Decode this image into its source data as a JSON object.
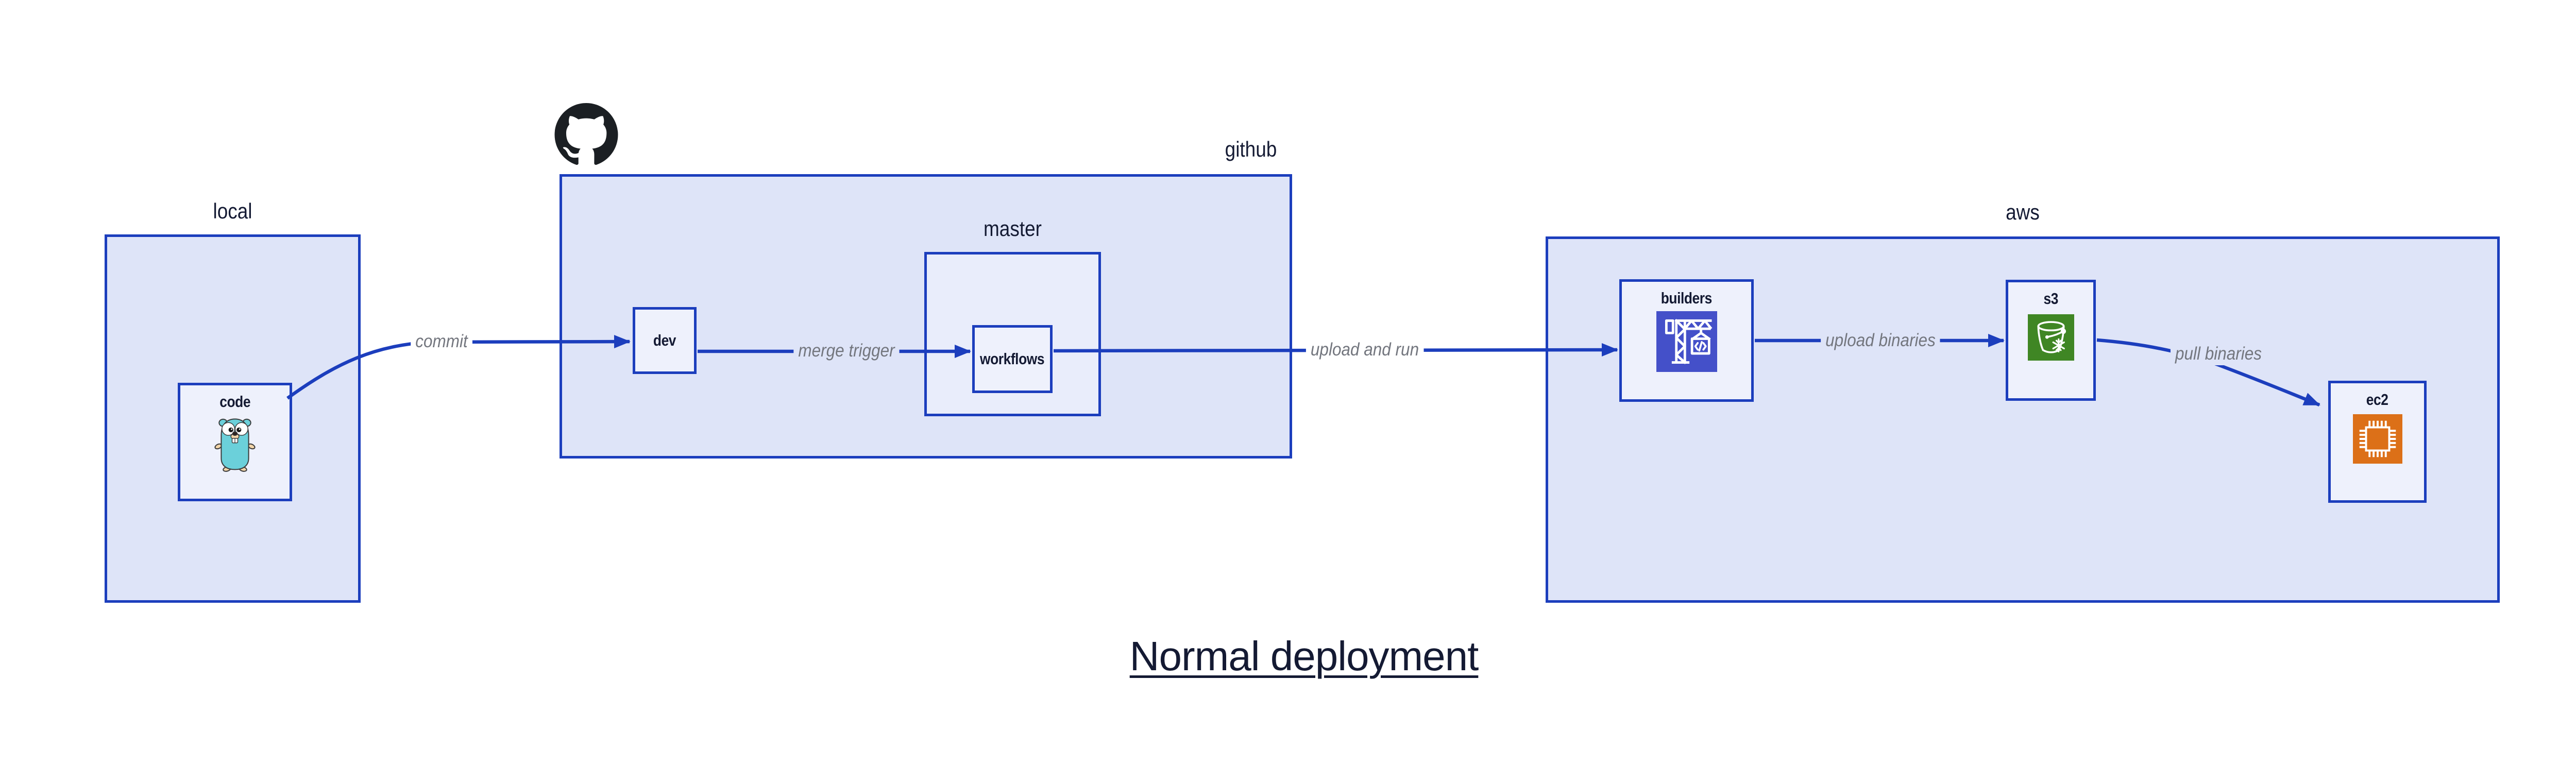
{
  "diagram_title": "Normal deployment",
  "groups": {
    "local": {
      "label": "local"
    },
    "github": {
      "label": "github"
    },
    "master": {
      "label": "master"
    },
    "aws": {
      "label": "aws"
    }
  },
  "nodes": {
    "code": {
      "label": "code",
      "icon": "go-gopher-icon"
    },
    "dev": {
      "label": "dev"
    },
    "workflows": {
      "label": "workflows"
    },
    "builders": {
      "label": "builders",
      "icon": "codebuild-crane-icon"
    },
    "s3": {
      "label": "s3",
      "icon": "s3-glacier-bucket-icon"
    },
    "ec2": {
      "label": "ec2",
      "icon": "ec2-chip-icon"
    }
  },
  "edges": [
    {
      "id": "commit",
      "from": "code",
      "to": "dev",
      "label": "commit"
    },
    {
      "id": "merge-trigger",
      "from": "dev",
      "to": "workflows",
      "label": "merge trigger"
    },
    {
      "id": "upload-and-run",
      "from": "workflows",
      "to": "builders",
      "label": "upload and run"
    },
    {
      "id": "upload-binaries",
      "from": "builders",
      "to": "s3",
      "label": "upload binaries"
    },
    {
      "id": "pull-binaries",
      "from": "s3",
      "to": "ec2",
      "label": "pull binaries"
    }
  ],
  "icons": [
    "github-logo-icon",
    "go-gopher-icon",
    "codebuild-crane-icon",
    "s3-glacier-bucket-icon",
    "ec2-chip-icon"
  ],
  "colors": {
    "diagram-blue": "#1c3ebd",
    "group-fill": "#dee4f8",
    "subgroup-fill": "#e9edfb",
    "node-fill": "#eef1fc",
    "ink": "#141a33",
    "edge-label-gray": "#73767e",
    "github-black": "#1b1f23",
    "codebuild-indigo": "#4450c9",
    "s3-green": "#3f8624",
    "ec2-orange": "#dc7018",
    "gopher-teal": "#6bd0da",
    "gopher-skin": "#f2d5a9",
    "canvas-bg": "#ffffff"
  }
}
